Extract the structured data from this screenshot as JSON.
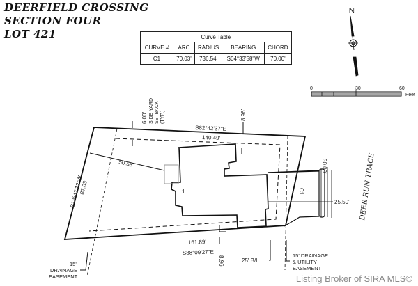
{
  "title": {
    "line1": "DEERFIELD CROSSING",
    "line2": "SECTION FOUR",
    "line3": "LOT 421"
  },
  "curve_table": {
    "caption": "Curve Table",
    "headers": [
      "CURVE #",
      "ARC",
      "RADIUS",
      "BEARING",
      "CHORD"
    ],
    "rows": [
      [
        "C1",
        "70.03'",
        "736.54'",
        "S04°33'58\"W",
        "70.00'"
      ]
    ]
  },
  "north_arrow": {
    "label": "N"
  },
  "scale_bar": {
    "ticks": [
      "0",
      "30",
      "60"
    ],
    "unit": "Feet"
  },
  "plat": {
    "north_bearing": "S82°42'37\"E",
    "north_setback_distance": "140.49'",
    "side_yard_note": [
      "6.00'",
      "SIDE YARD",
      "SETBACK",
      "(TYP.)"
    ],
    "ne_offset": "8.96'",
    "west_bearing": "S18°47'12\"W",
    "west_distance": "87.03'",
    "house_to_west_distance": "50.58'",
    "front_distance": "30.00'",
    "driveway_width": "25.50'",
    "curve_label": "C1",
    "street_name": "DEER RUN TRACE",
    "south_setback_distance": "161.89'",
    "south_bearing": "S88°09'27\"E",
    "se_offset": "8.96'",
    "building_line": "25' B/L",
    "drainage_easement": [
      "15'",
      "DRAINAGE",
      "EASEMENT"
    ],
    "drainage_utility_easement": [
      "15' DRAINAGE",
      "& UTILITY",
      "EASEMENT"
    ],
    "deck_label": "1"
  },
  "watermark": "Listing Broker of SIRA MLS©"
}
